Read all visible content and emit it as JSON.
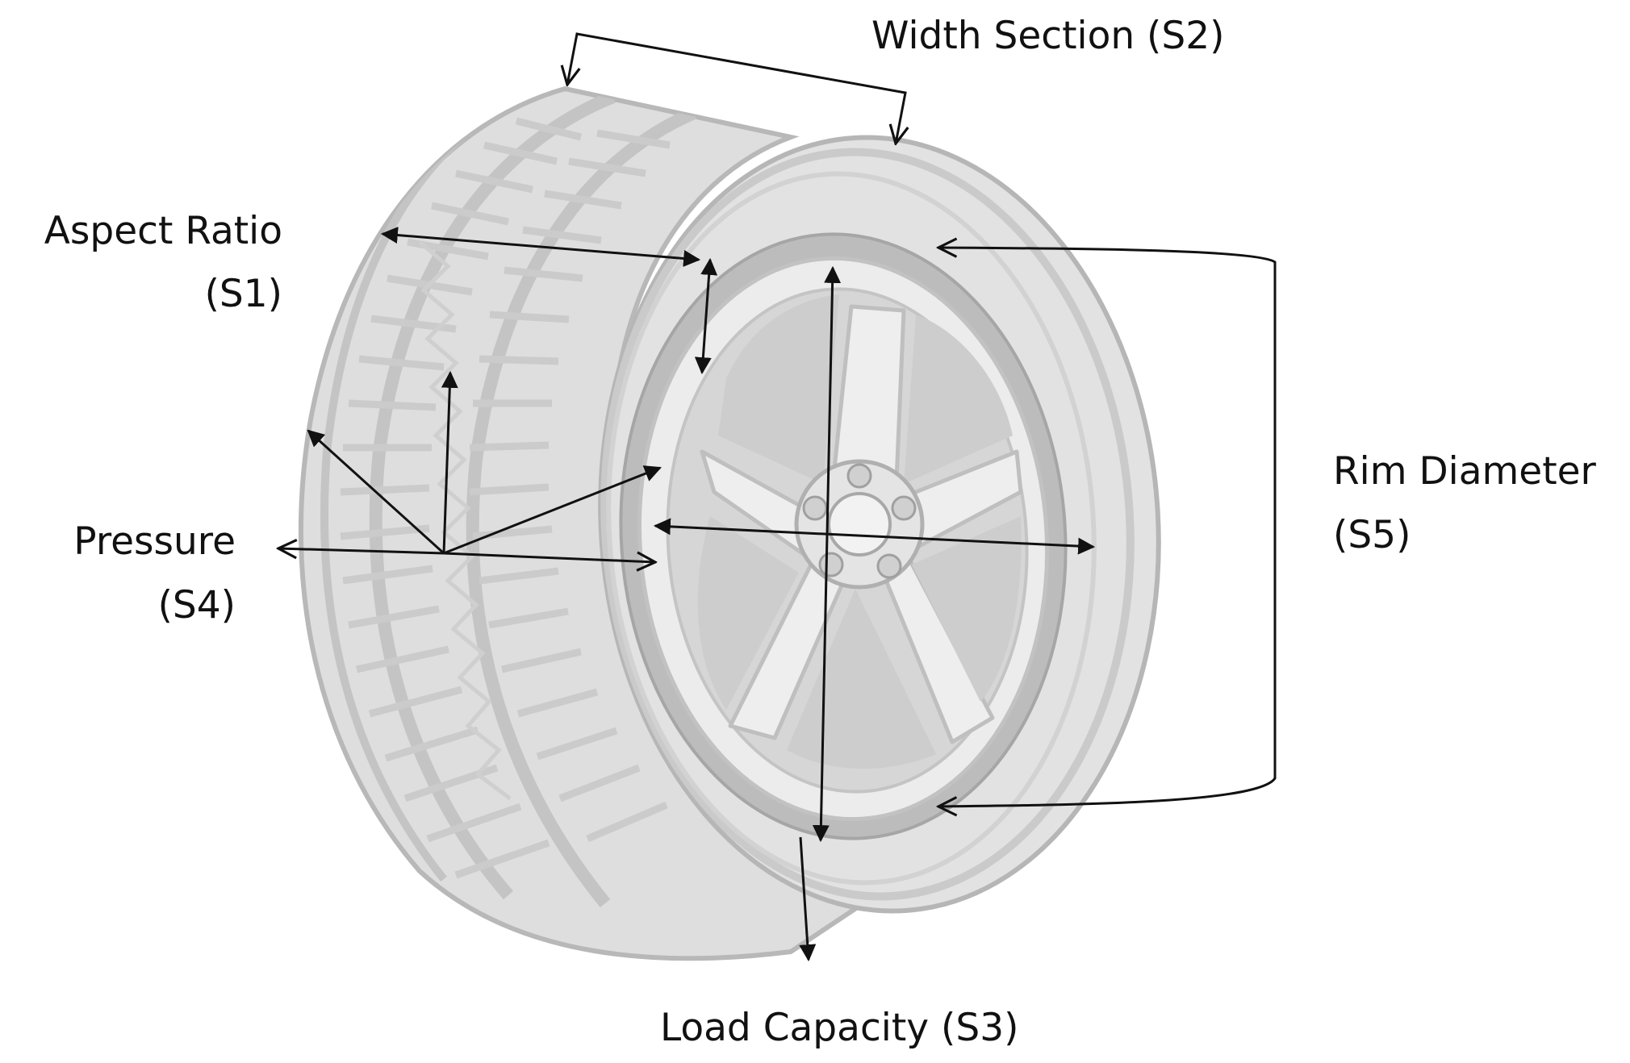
{
  "labels": {
    "width_section": "Width Section (S2)",
    "aspect_ratio_line1": "Aspect Ratio",
    "aspect_ratio_line2": "(S1)",
    "pressure_line1": "Pressure",
    "pressure_line2": "(S4)",
    "rim_diameter_line1": "Rim Diameter",
    "rim_diameter_line2": "(S5)",
    "load_capacity": "Load Capacity (S3)"
  },
  "colors": {
    "tire_fill": "#dcdcdc",
    "tire_stroke": "#b4b4b4",
    "tread_groove": "#c2c2c2",
    "rim_fill": "#e7e7e7",
    "rim_shadow": "#bdbdbd",
    "arrow": "#111111",
    "text": "#111111"
  }
}
